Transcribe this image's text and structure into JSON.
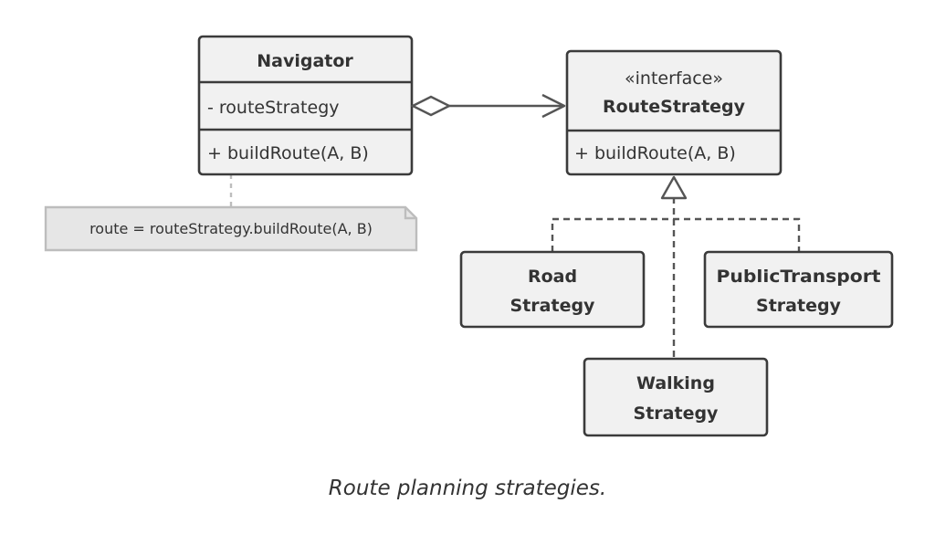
{
  "navigator": {
    "name": "Navigator",
    "field": "- routeStrategy",
    "method": "+ buildRoute(A, B)"
  },
  "route_strategy": {
    "stereotype": "«interface»",
    "name": "RouteStrategy",
    "method": "+ buildRoute(A, B)"
  },
  "note": {
    "text": "route = routeStrategy.buildRoute(A, B)"
  },
  "road_strategy": {
    "line1": "Road",
    "line2": "Strategy"
  },
  "public_transport_strategy": {
    "line1": "PublicTransport",
    "line2": "Strategy"
  },
  "walking_strategy": {
    "line1": "Walking",
    "line2": "Strategy"
  },
  "caption": "Route planning strategies.",
  "colors": {
    "box_fill": "#f1f1f1",
    "box_stroke": "#3b3b3b",
    "note_fill": "#e6e6e6",
    "note_stroke": "#bdbdbd"
  }
}
